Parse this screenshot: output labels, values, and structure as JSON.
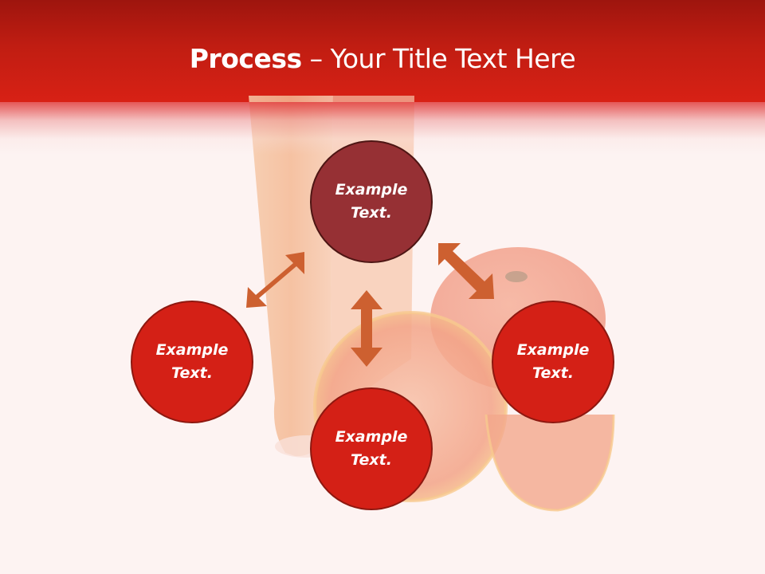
{
  "slide": {
    "title_bold": "Process",
    "title_rest": " – Your Title Text Here",
    "colors": {
      "header_top": "#9e150e",
      "header_bottom": "#d82115",
      "background": "#fdf3f2",
      "circle_center": "#963034",
      "circle_outer": "#d42016",
      "arrow": "#cd6030"
    }
  },
  "diagram": {
    "nodes": [
      {
        "id": "top",
        "line1": "Example",
        "line2": "Text."
      },
      {
        "id": "left",
        "line1": "Example",
        "line2": "Text."
      },
      {
        "id": "bottom",
        "line1": "Example",
        "line2": "Text."
      },
      {
        "id": "right",
        "line1": "Example",
        "line2": "Text."
      }
    ],
    "connectors": [
      {
        "from": "top",
        "to": "left",
        "type": "double-arrow"
      },
      {
        "from": "top",
        "to": "bottom",
        "type": "double-arrow"
      },
      {
        "from": "top",
        "to": "right",
        "type": "double-arrow"
      }
    ]
  }
}
